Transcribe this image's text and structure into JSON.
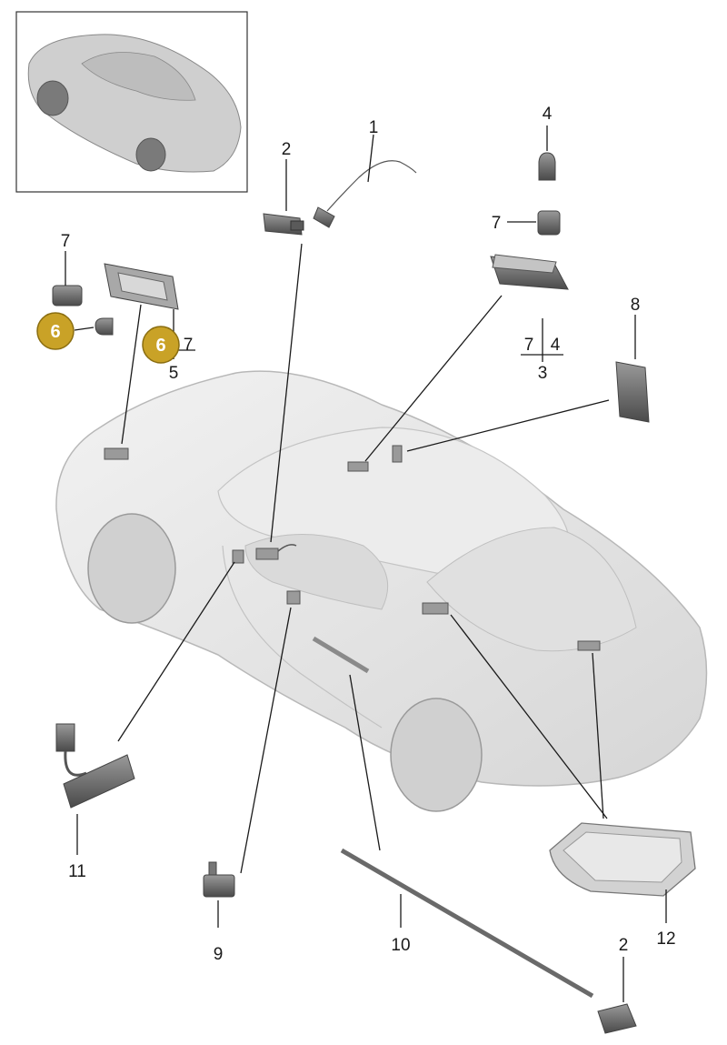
{
  "colors": {
    "badge_fill": "#c9a227",
    "badge_stroke": "#8a6d10",
    "car_body": "#e6e6e6",
    "part_dark": "#6e6e6e"
  },
  "labels": {
    "l1": "1",
    "l2_top": "2",
    "l2_bottom": "2",
    "l3": "3",
    "l3_sub7": "7",
    "l3_sub4": "4",
    "l4": "4",
    "l5": "5",
    "l5_sub7": "7",
    "l7_left": "7",
    "l7_right": "7",
    "l8": "8",
    "l9": "9",
    "l10": "10",
    "l11": "11",
    "l12": "12"
  },
  "badges": {
    "b6_left": "6",
    "b6_right": "6"
  }
}
